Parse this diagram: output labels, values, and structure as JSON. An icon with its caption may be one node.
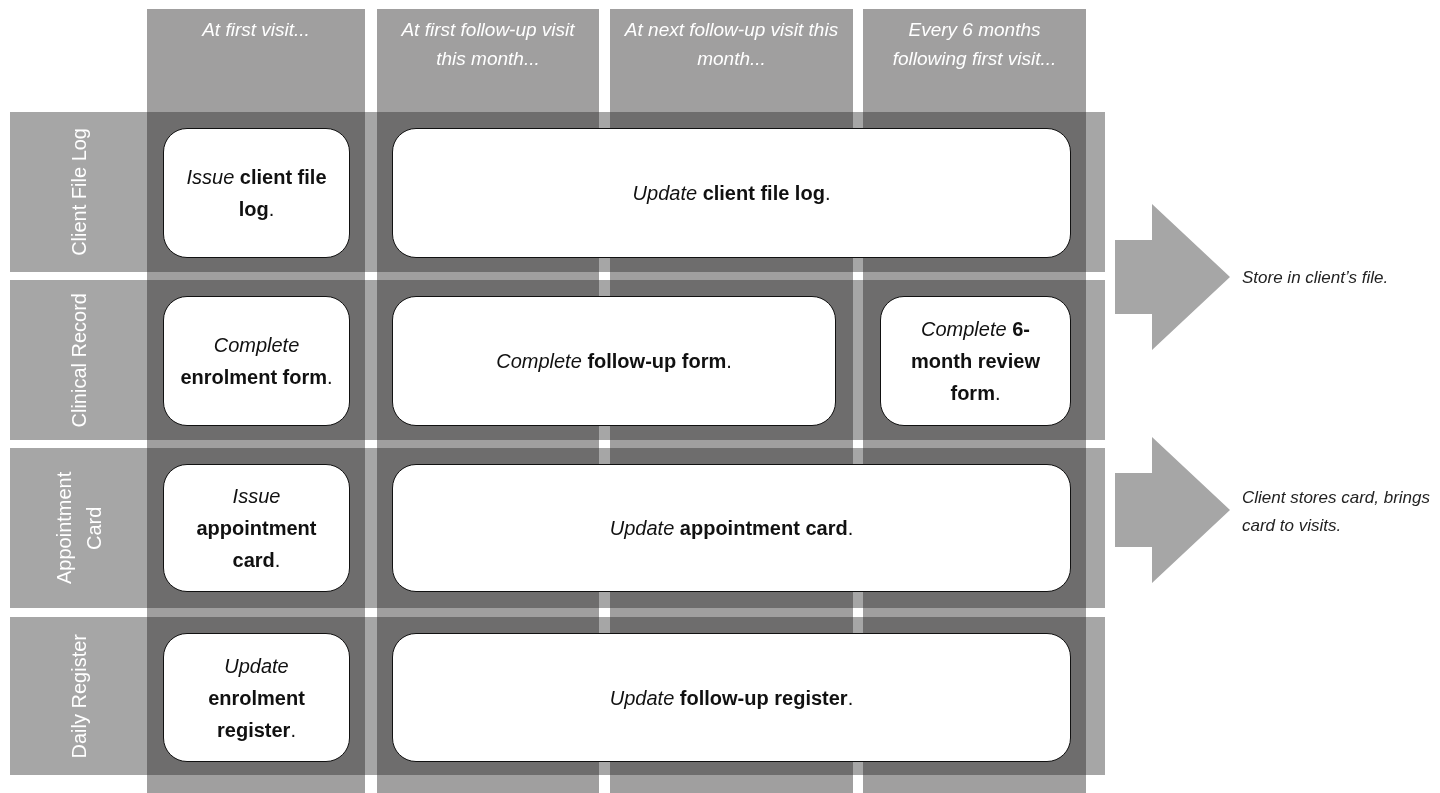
{
  "diagram": {
    "nodes": [
      {
        "text": [
          "At first visit..."
        ]
      },
      {
        "text": [
          "At first follow-up visit this month..."
        ]
      },
      {
        "text": [
          "At next follow-up visit this month..."
        ]
      },
      {
        "text": [
          "Every 6 months following first visit..."
        ]
      },
      {
        "text": [
          "Client File Log"
        ]
      },
      {
        "text": [
          "Clinical Record"
        ]
      },
      {
        "text": [
          "Appointment Card"
        ]
      },
      {
        "text": [
          "Daily Register"
        ]
      },
      {
        "text": [
          "*Issue* **client file log**."
        ]
      },
      {
        "text": [
          "*Update* **client file log**."
        ]
      },
      {
        "text": [
          "*Complete* **enrolment form**."
        ]
      },
      {
        "text": [
          "*Complete* **follow-up form**."
        ]
      },
      {
        "text": [
          "*Complete* **6-month review form**."
        ]
      },
      {
        "text": [
          "*Issue* **appointment card**."
        ]
      },
      {
        "text": [
          "*Update* **appointment card**."
        ]
      },
      {
        "text": [
          "*Update* **enrolment register**."
        ]
      },
      {
        "text": [
          "*Update* **follow-up register**."
        ]
      },
      {
        "text": [
          "Store in client’s file."
        ]
      },
      {
        "text": [
          "Client stores card, brings card to visits."
        ]
      }
    ],
    "edges": [
      {
        "from": null,
        "to": 17,
        "arrow": "to"
      },
      {
        "from": null,
        "to": 18,
        "arrow": "to"
      }
    ]
  }
}
